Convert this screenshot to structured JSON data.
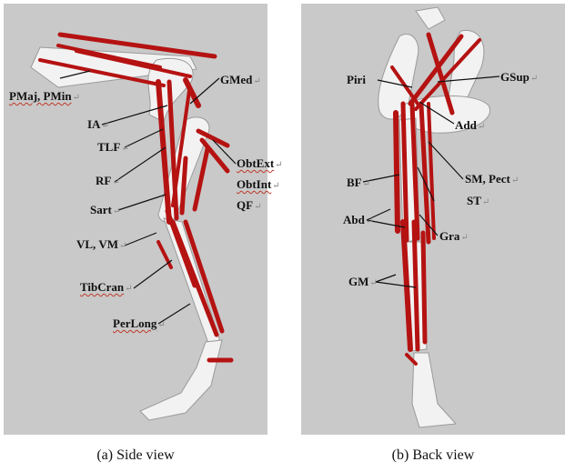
{
  "side_view": {
    "caption": "(a) Side view",
    "labels": {
      "pmaj_pmin": "PMaj, PMin",
      "gmed": "GMed",
      "ia": "IA",
      "tlf": "TLF",
      "rf": "RF",
      "obtext": "ObtExt",
      "obtint": "ObtInt",
      "qf": "QF",
      "sart": "Sart",
      "vl_vm": "VL, VM",
      "tibcran": "TibCran",
      "perlong": "PerLong"
    }
  },
  "back_view": {
    "caption": "(b) Back view",
    "labels": {
      "piri": "Piri",
      "gsup": "GSup",
      "add": "Add",
      "sm_pect": "SM, Pect",
      "bf": "BF",
      "st": "ST",
      "abd": "Abd",
      "gra": "Gra",
      "gm": "GM"
    }
  },
  "colors": {
    "muscle": "#b51212",
    "bone": "#f2f2f2",
    "panel_bg": "#c9c9c9"
  }
}
